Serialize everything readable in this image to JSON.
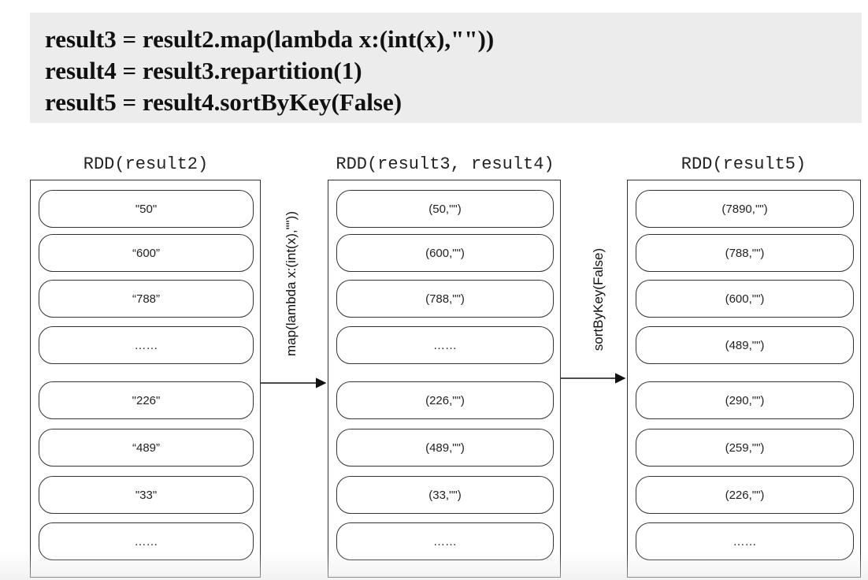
{
  "code": {
    "line1": "result3 = result2.map(lambda x:(int(x),\"\"))",
    "line2": "result4 = result3.repartition(1)",
    "line3": "result5 = result4.sortByKey(False)"
  },
  "rdds": [
    {
      "title": "RDD(result2)",
      "items": [
        "\"50\"",
        "“600”",
        "“788”",
        "……",
        "\"226\"",
        "“489”",
        "\"33\"",
        "……"
      ]
    },
    {
      "title": "RDD(result3, result4)",
      "items": [
        "(50,\"\")",
        "(600,\"\")",
        "(788,\"\")",
        "……",
        "(226,\"\")",
        "(489,\"\")",
        "(33,\"\")",
        "……"
      ]
    },
    {
      "title": "RDD(result5)",
      "items": [
        "(7890,\"\")",
        "(788,\"\")",
        "(600,\"\")",
        "(489,\"\")",
        "(290,\"\")",
        "(259,\"\")",
        "(226,\"\")",
        "……"
      ]
    }
  ],
  "arrows": {
    "map_label": "map(lambda x:(int(x),\"\"))",
    "sort_label": "sortByKey(False)"
  }
}
